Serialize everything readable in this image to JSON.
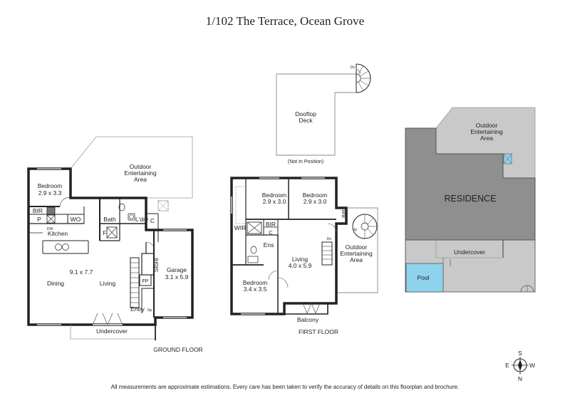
{
  "title": "1/102 The Terrace, Ocean Grove",
  "footer": "All measurements are approximate estimations. Every care has been taken to verify the accuracy of details on this floorplan and brochure.",
  "colors": {
    "wall": "#222222",
    "site_fill": "#c9c9c9",
    "residence_fill": "#8f8f8f",
    "pool_fill": "#8fd2ec",
    "line": "#9a9a9a"
  },
  "ground_floor": {
    "label": "GROUND FLOOR",
    "rooms": {
      "bedroom": "Bedroom",
      "bedroom_size": "2.9 x 3.3",
      "outdoor_1": "Outdoor",
      "outdoor_2": "Entertaining",
      "outdoor_3": "Area",
      "bir": "BIR",
      "p": "P",
      "wo": "WO",
      "dw": "DW",
      "kitchen": "Kitchen",
      "bath": "Bath",
      "ldry": "L'dry",
      "c": "C",
      "f": "F",
      "living_size": "9.1 x 7.7",
      "dining": "Dining",
      "living": "Living",
      "store": "Store",
      "fp": "FP",
      "garage": "Garage",
      "garage_size": "3.1 x 5.9",
      "entry": "Entry",
      "up": "Up",
      "undercover": "Undercover"
    }
  },
  "first_floor": {
    "label": "FIRST FLOOR",
    "rooms": {
      "bedroom_a": "Bedroom",
      "bedroom_a_size": "2.9 x 3.0",
      "bedroom_b": "Bedroom",
      "bedroom_b_size": "2.9 x 3.0",
      "bir": "BIR",
      "wir": "WIR",
      "c": "C",
      "ens": "Ens",
      "living": "Living",
      "living_size": "4.0 x 5.9",
      "bedroom_c": "Bedroom",
      "bedroom_c_size": "3.4 x 3.5",
      "dn": "Dn",
      "up": "Up",
      "outdoor_1": "Outdoor",
      "outdoor_2": "Entertaining",
      "outdoor_3": "Area",
      "balcony": "Balcony"
    }
  },
  "rooftop": {
    "deck_1": "Dooftop",
    "deck_2": "Deck",
    "note": "(Not In Position)",
    "dn": "Dn"
  },
  "site": {
    "outdoor_1": "Outdoor",
    "outdoor_2": "Entertaining",
    "outdoor_3": "Area",
    "residence": "RESIDENCE",
    "undercover": "Undercover",
    "pool": "Pool"
  },
  "compass": {
    "s": "S",
    "e": "E",
    "w": "W",
    "n": "N"
  }
}
